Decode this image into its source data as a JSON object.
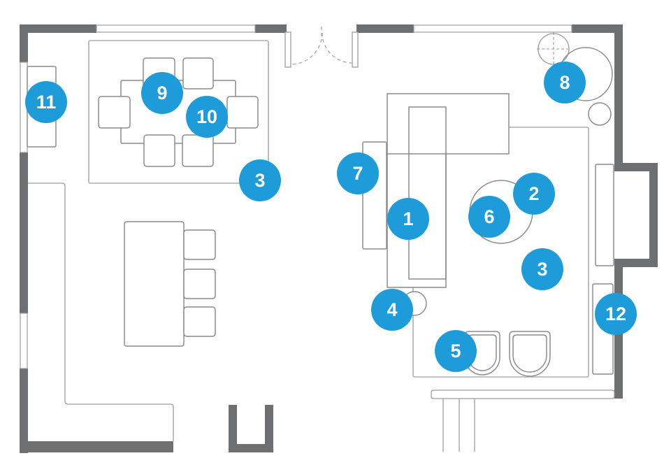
{
  "palette": {
    "marker_blue": "#1e9cd9",
    "marker_text": "#ffffff",
    "wall_gray": "#6e6f71",
    "line_gray": "#8a8c8f",
    "light_line_gray": "#abadaf"
  },
  "markers": [
    {
      "label": "1"
    },
    {
      "label": "2"
    },
    {
      "label": "3"
    },
    {
      "label": "4"
    },
    {
      "label": "5"
    },
    {
      "label": "6"
    },
    {
      "label": "7"
    },
    {
      "label": "8"
    },
    {
      "label": "9"
    },
    {
      "label": "10"
    },
    {
      "label": "11"
    },
    {
      "label": "12"
    },
    {
      "label": "3"
    }
  ]
}
